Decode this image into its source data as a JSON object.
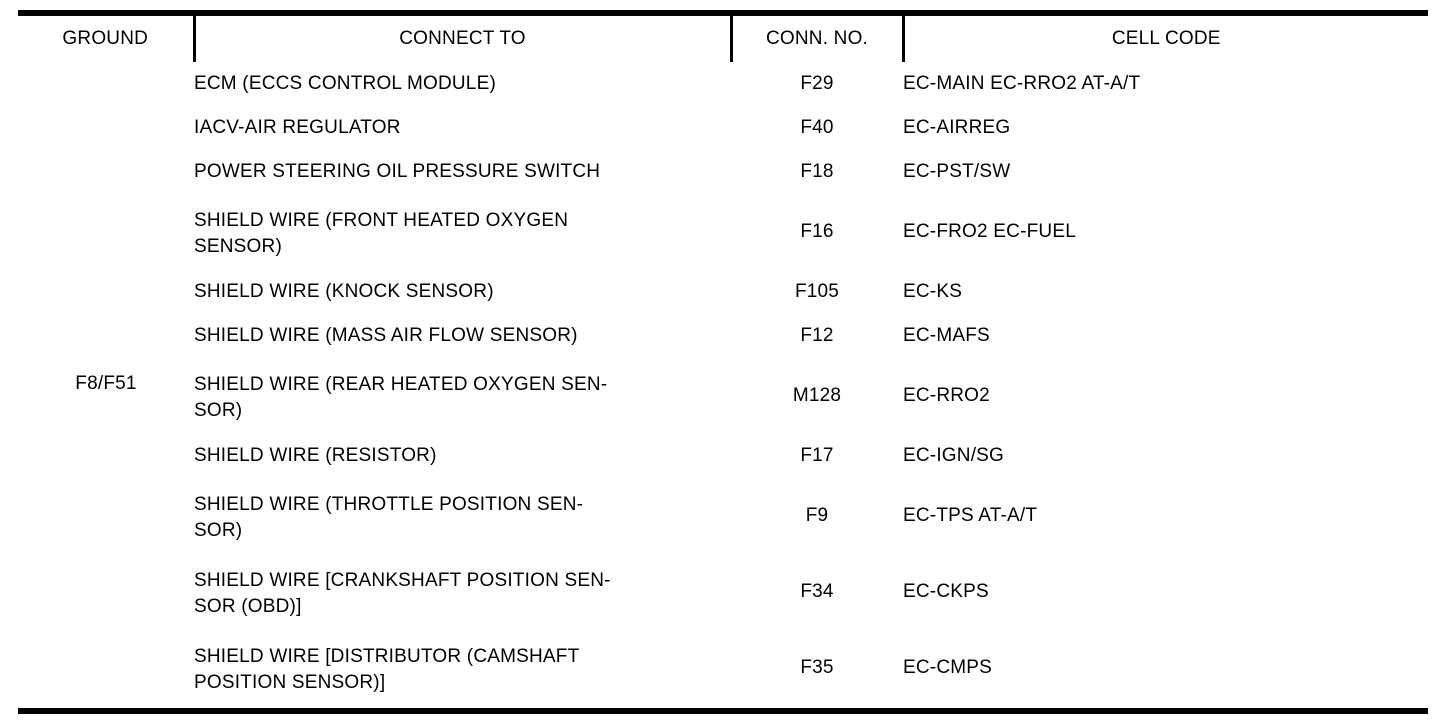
{
  "table": {
    "headers": {
      "ground": "GROUND",
      "connect_to": "CONNECT TO",
      "conn_no": "CONN. NO.",
      "cell_code": "CELL CODE"
    },
    "ground_value": "F8/F51",
    "rows": [
      {
        "connect_to_line1": "ECM (ECCS CONTROL MODULE)",
        "connect_to_line2": "",
        "conn_no": "F29",
        "cell_code": "EC-MAIN  EC-RRO2  AT-A/T"
      },
      {
        "connect_to_line1": "IACV-AIR REGULATOR",
        "connect_to_line2": "",
        "conn_no": "F40",
        "cell_code": "EC-AIRREG"
      },
      {
        "connect_to_line1": "POWER STEERING OIL PRESSURE SWITCH",
        "connect_to_line2": "",
        "conn_no": "F18",
        "cell_code": "EC-PST/SW"
      },
      {
        "connect_to_line1": "SHIELD WIRE (FRONT HEATED OXYGEN",
        "connect_to_line2": "SENSOR)",
        "conn_no": "F16",
        "cell_code": "EC-FRO2  EC-FUEL"
      },
      {
        "connect_to_line1": "SHIELD WIRE (KNOCK SENSOR)",
        "connect_to_line2": "",
        "conn_no": "F105",
        "cell_code": "EC-KS"
      },
      {
        "connect_to_line1": "SHIELD WIRE (MASS AIR FLOW SENSOR)",
        "connect_to_line2": "",
        "conn_no": "F12",
        "cell_code": "EC-MAFS"
      },
      {
        "connect_to_line1": "SHIELD WIRE (REAR HEATED OXYGEN SEN-",
        "connect_to_line2": "SOR)",
        "conn_no": "M128",
        "cell_code": "EC-RRO2"
      },
      {
        "connect_to_line1": "SHIELD WIRE (RESISTOR)",
        "connect_to_line2": "",
        "conn_no": "F17",
        "cell_code": "EC-IGN/SG"
      },
      {
        "connect_to_line1": "SHIELD WIRE (THROTTLE POSITION SEN-",
        "connect_to_line2": "SOR)",
        "conn_no": "F9",
        "cell_code": "EC-TPS  AT-A/T"
      },
      {
        "connect_to_line1": "SHIELD WIRE [CRANKSHAFT POSITION SEN-",
        "connect_to_line2": "SOR (OBD)]",
        "conn_no": "F34",
        "cell_code": "EC-CKPS"
      },
      {
        "connect_to_line1": "SHIELD WIRE [DISTRIBUTOR (CAMSHAFT",
        "connect_to_line2": "POSITION SENSOR)]",
        "conn_no": "F35",
        "cell_code": "EC-CMPS"
      }
    ]
  }
}
